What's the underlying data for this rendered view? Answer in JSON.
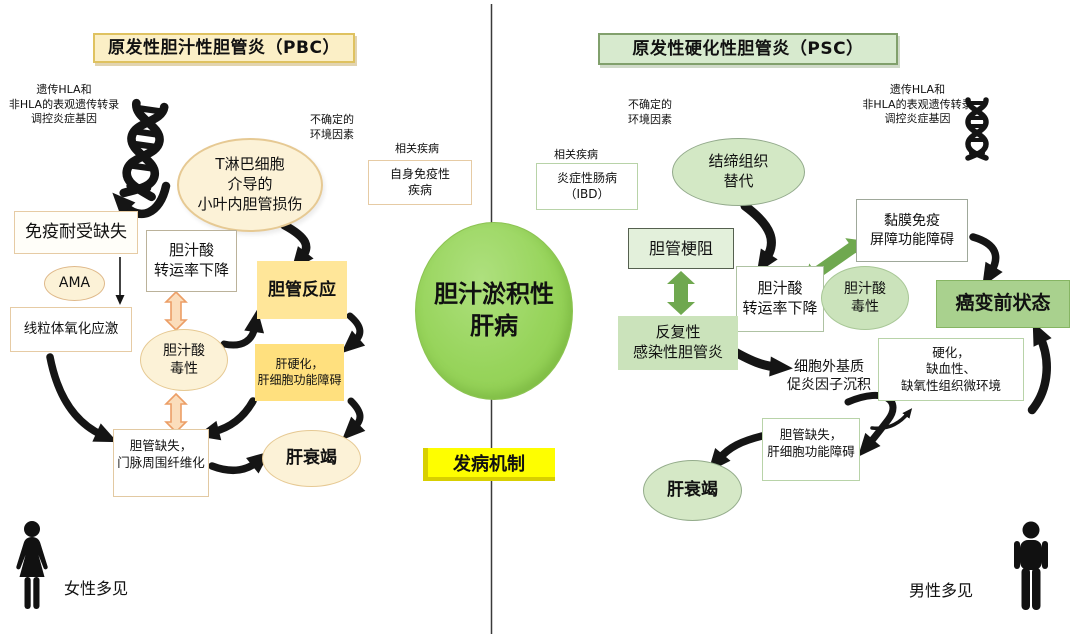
{
  "center": {
    "disease": "胆汁淤积性\n肝病",
    "mechanism": "发病机制"
  },
  "pbc": {
    "header": "原发性胆汁性胆管炎（PBC）",
    "gene_text": "遗传HLA和\n非HLA的表观遗传转录\n调控炎症基因",
    "env_text": "不确定的\n环境因素",
    "tcell": "T淋巴细胞\n介导的\n小叶内胆管损伤",
    "related_label": "相关疾病",
    "autoimmune": "自身免疫性\n疾病",
    "immune_loss": "免疫耐受缺失",
    "ama": "AMA",
    "mito": "线粒体氧化应激",
    "bile_transport": "胆汁酸\n转运率下降",
    "duct_reaction": "胆管反应",
    "bile_toxicity": "胆汁酸\n毒性",
    "cirrhosis": "肝硬化，\n肝细胞功能障碍",
    "duct_loss": "胆管缺失，\n门脉周围纤维化",
    "liver_failure": "肝衰竭",
    "gender": "女性多见"
  },
  "psc": {
    "header": "原发性硬化性胆管炎（PSC）",
    "env_text": "不确定的\n环境因素",
    "gene_text": "遗传HLA和\n非HLA的表观遗传转录\n调控炎症基因",
    "related_label": "相关疾病",
    "ibd": "炎症性肠病\n（IBD）",
    "connective": "结缔组织\n替代",
    "mucosal": "黏膜免疫\n屏障功能障碍",
    "duct_obstruction": "胆管梗阻",
    "bile_transport": "胆汁酸\n转运率下降",
    "bile_toxicity": "胆汁酸\n毒性",
    "precancer": "癌变前状态",
    "recurrent": "反复性\n感染性胆管炎",
    "ecm": "细胞外基质\n促炎因子沉积",
    "sclerosis": "硬化，\n缺血性、\n缺氧性组织微环境",
    "duct_loss": "胆管缺失，\n肝细胞功能障碍",
    "liver_failure": "肝衰竭",
    "gender": "男性多见"
  },
  "icons": {
    "dna_left": "dna-helix-icon",
    "dna_right": "dna-helix-icon",
    "female": "female-figure-icon",
    "male": "male-figure-icon"
  },
  "colors": {
    "pbc_header_fill": "#FBEFC6",
    "pbc_header_border": "#DFC260",
    "pbc_cream": "#FCF2D7",
    "pbc_cream_border": "#E2C9A2",
    "pbc_yellow": "#FFE699",
    "pbc_yellow_dark": "#FFE07E",
    "pbc_double_arrow": "#EC9E66",
    "psc_header_fill": "#D7EACE",
    "psc_header_border": "#81A06C",
    "psc_light": "#E3F0DB",
    "psc_mid": "#CBE3BB",
    "psc_strong": "#A9D18E",
    "psc_double_arrow": "#6FA84F",
    "center_green": "#97D45B",
    "mechanism_yellow": "#FFFF00",
    "arrow_black": "#151515"
  }
}
